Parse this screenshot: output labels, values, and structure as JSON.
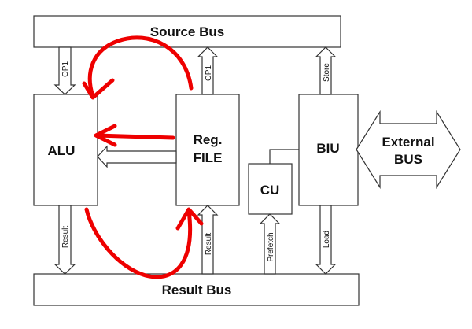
{
  "buses": {
    "source": "Source Bus",
    "result": "Result Bus"
  },
  "blocks": {
    "alu": "ALU",
    "reg_file_line1": "Reg.",
    "reg_file_line2": "FILE",
    "cu": "CU",
    "biu": "BIU",
    "external_line1": "External",
    "external_line2": "BUS"
  },
  "connectors": {
    "alu_op1": "OP1",
    "reg_op1": "OP1",
    "biu_store": "Store",
    "alu_result": "Result",
    "reg_result": "Result",
    "cu_prefetch": "Prefetch",
    "biu_load": "Load"
  },
  "colors": {
    "stroke": "#333333",
    "fill": "#ffffff",
    "annotation": "#ee0000"
  }
}
